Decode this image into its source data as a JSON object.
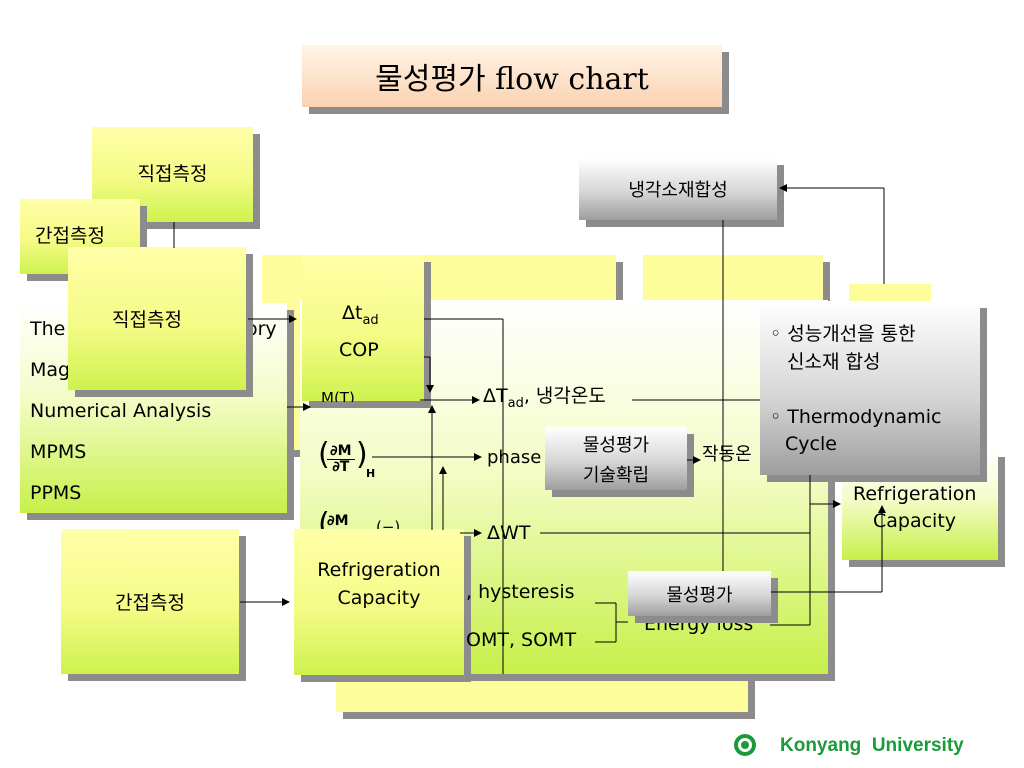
{
  "title": "물성평가 flow chart",
  "left_boxes": {
    "direct_top": "직접측정",
    "indirect_top": "간접측정",
    "direct_front": "직접측정",
    "indirect_bottom": "간접측정"
  },
  "methods": {
    "items": [
      "The",
      "Mag",
      "Numerical Analysis",
      "MPMS",
      "PPMS"
    ],
    "visible_tail": "ory"
  },
  "measure_box": {
    "delta": "Δt",
    "delta_sub": "ad",
    "cop": "COP"
  },
  "partial_m": "M(T)",
  "frac1": {
    "num": "∂M",
    "den": "∂T",
    "sub": "H"
  },
  "frac2": {
    "num": "∂M",
    "paren_text": "(−)"
  },
  "rc_box": {
    "line1": "Refrigeration",
    "line2": "Capacity"
  },
  "middle_labels": {
    "dT": "ΔT",
    "dT_sub": "ad",
    "dT_rest": ", 냉각온도",
    "phase": "phase",
    "operating": "작동온",
    "dwt": "ΔWT",
    "hysteresis": ",  hysteresis",
    "omt": "OMT, SOMT",
    "energy_loss": "Energy loss"
  },
  "eval_tech": {
    "line1": "물성평가",
    "line2": "기술확립"
  },
  "eval_box": "물성평가",
  "synthesis": "냉각소재합성",
  "right_gray": {
    "bullet1_line1": "◦ 성능개선을 통한",
    "bullet1_line2": "신소재 합성",
    "bullet2_line1": "◦ Thermodynamic",
    "bullet2_line2": "Cycle"
  },
  "right_rc": {
    "line1": "Refrigeration",
    "line2": "Capacity"
  },
  "footer": {
    "university": "Konyang  University"
  },
  "colors": {
    "accent_green": "#c7f04a",
    "box_yellow": "#fdfd9c",
    "title_peach": "#fbd2b0",
    "footer_green": "#1a9a3a"
  }
}
